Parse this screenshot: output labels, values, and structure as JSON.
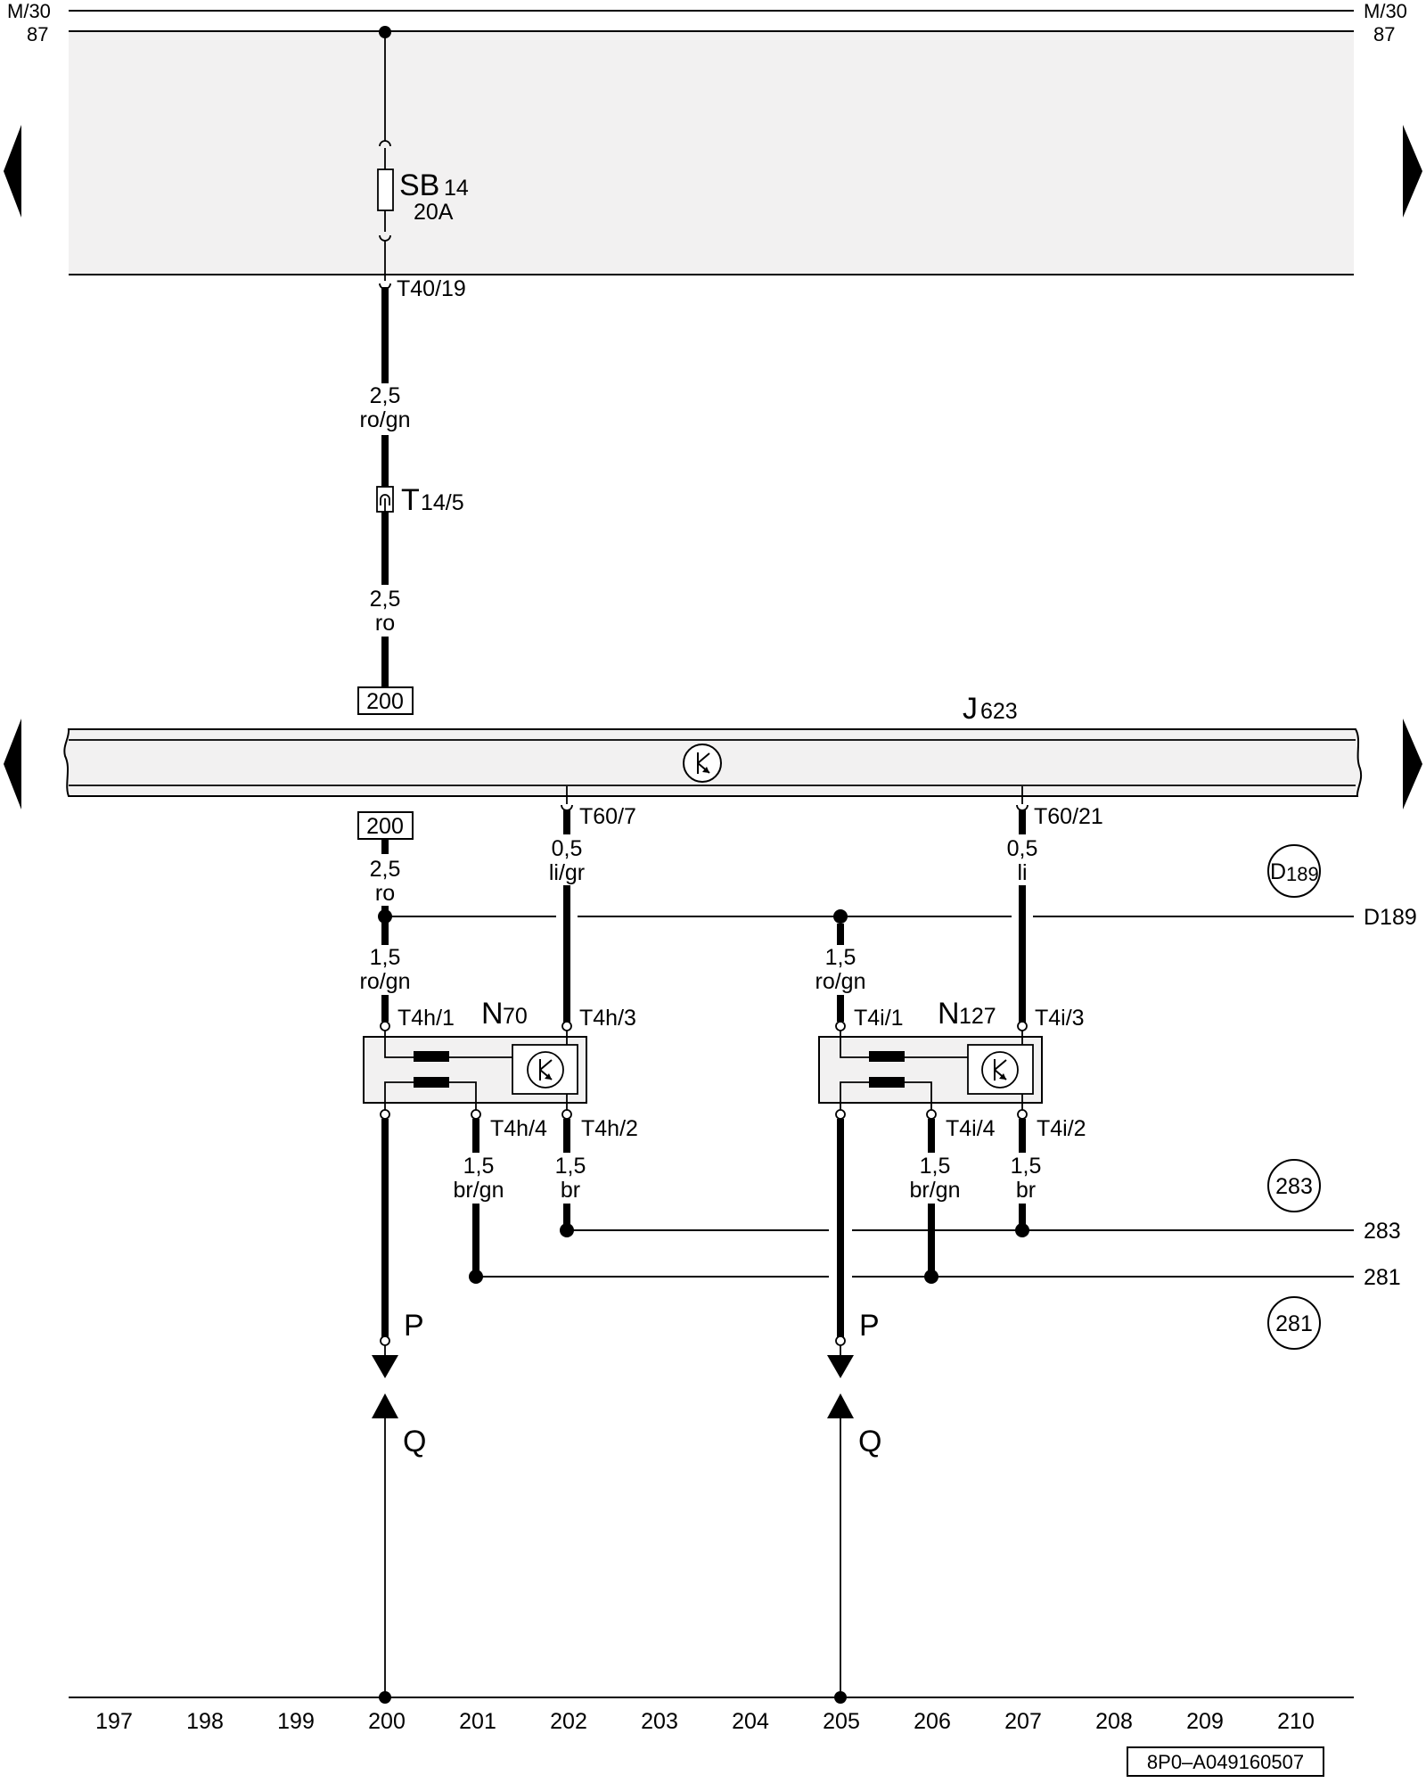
{
  "top": {
    "left_top": "M/30",
    "left_bottom": "87",
    "right_top": "M/30",
    "right_bottom": "87"
  },
  "fuse": {
    "name": "SB",
    "number": "14",
    "rating": "20A",
    "connector_out": "T40/19"
  },
  "main_wire": {
    "upper_size": "2,5",
    "upper_color": "ro/gn",
    "connector": "T",
    "connector_pin": "14/5",
    "lower_size": "2,5",
    "lower_color": "ro",
    "ref_top": "200",
    "ref_bottom": "200",
    "below_size": "2,5",
    "below_color": "ro"
  },
  "control_unit": {
    "letter": "J",
    "number": "623",
    "pin_left": "T60/7",
    "pin_right": "T60/21"
  },
  "wires_from_cu": {
    "left_size": "0,5",
    "left_color": "li/gr",
    "right_size": "0,5",
    "right_color": "li"
  },
  "circle_refs": {
    "d189_letter": "D",
    "d189_number": "189",
    "d189_line": "D189",
    "r283": "283",
    "r281": "281",
    "line283": "283",
    "line281": "281"
  },
  "injector_1": {
    "letter": "N",
    "number": "70",
    "pin1": "T4h/1",
    "pin3": "T4h/3",
    "pin4": "T4h/4",
    "pin2": "T4h/2",
    "feed_size": "1,5",
    "feed_color": "ro/gn",
    "w4_size": "1,5",
    "w4_color": "br/gn",
    "w2_size": "1,5",
    "w2_color": "br",
    "p_label": "P",
    "q_label": "Q"
  },
  "injector_2": {
    "letter": "N",
    "number": "127",
    "pin1": "T4i/1",
    "pin3": "T4i/3",
    "pin4": "T4i/4",
    "pin2": "T4i/2",
    "feed_size": "1,5",
    "feed_color": "ro/gn",
    "w4_size": "1,5",
    "w4_color": "br/gn",
    "w2_size": "1,5",
    "w2_color": "br",
    "p_label": "P",
    "q_label": "Q"
  },
  "scale": [
    "197",
    "198",
    "199",
    "200",
    "201",
    "202",
    "203",
    "204",
    "205",
    "206",
    "207",
    "208",
    "209",
    "210"
  ],
  "doc_id": "8P0–A049160507",
  "colors": {
    "panel": "#f2f1f1",
    "line": "#000000"
  }
}
